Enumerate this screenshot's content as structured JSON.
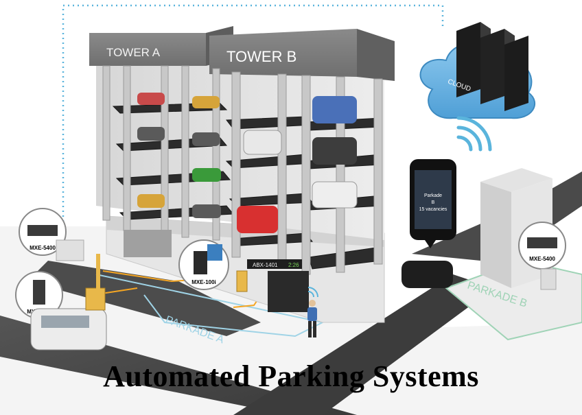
{
  "towers": {
    "a": "TOWER A",
    "b": "TOWER B"
  },
  "cloud": {
    "label": "CLOUD"
  },
  "phone": {
    "line1": "Parkade",
    "line2": "B",
    "line3": "15 vacancies"
  },
  "devices": {
    "gateway_left": "MXE-5400",
    "gateway_right": "MXE-5400",
    "controller_tower": "MXE-100i",
    "controller_gate": "MXE-200i"
  },
  "display_board": {
    "plate": "ABX-1401",
    "time": "2:26"
  },
  "zones": {
    "a": "PARKADE A",
    "b": "PARKADE B"
  },
  "caption": "Automated Parking Systems",
  "colors": {
    "network_line": "#5ab4dc",
    "wifi": "#5ab4dc",
    "signal_line": "#f5a623",
    "cloud": "#6fb3e3"
  }
}
